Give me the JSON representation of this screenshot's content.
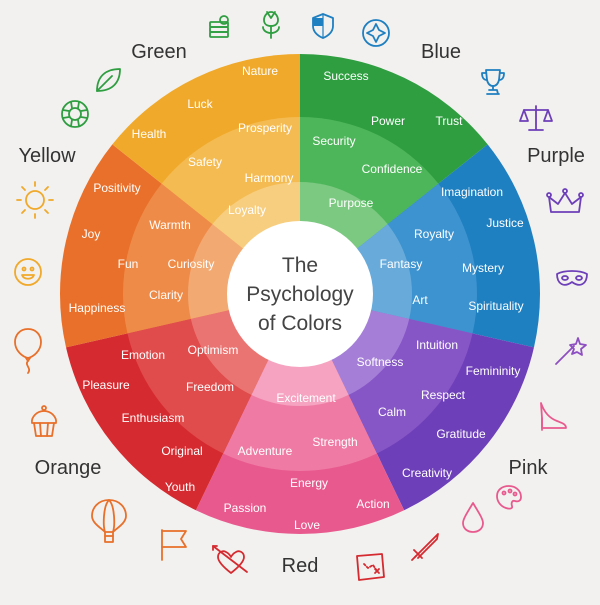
{
  "center_title": [
    "The",
    "Psychology",
    "of Colors"
  ],
  "segments": [
    {
      "name": "Green",
      "color_base": "#2f9e41",
      "color_mid": "#4eb65a",
      "color_inner": "#7cc981",
      "words": [
        "Nature",
        "Luck",
        "Prosperity",
        "Health",
        "Safety",
        "Harmony",
        "Loyalty"
      ],
      "icons": [
        "money-stack-icon",
        "flower-icon",
        "leaf-icon",
        "life-ring-icon"
      ]
    },
    {
      "name": "Blue",
      "color_base": "#1e7fc1",
      "color_mid": "#3d93cf",
      "color_inner": "#68abdb",
      "words": [
        "Success",
        "Power",
        "Trust",
        "Security",
        "Confidence",
        "Purpose"
      ],
      "icons": [
        "shield-icon",
        "compass-icon",
        "trophy-icon"
      ]
    },
    {
      "name": "Purple",
      "color_base": "#6d3fb8",
      "color_mid": "#8656c7",
      "color_inner": "#a57fd7",
      "words": [
        "Imagination",
        "Justice",
        "Royalty",
        "Fantasy",
        "Mystery",
        "Art",
        "Spirituality"
      ],
      "icons": [
        "scales-icon",
        "crown-icon",
        "mask-icon"
      ]
    },
    {
      "name": "Pink",
      "color_base": "#e85a8e",
      "color_mid": "#ef7ba4",
      "color_inner": "#f5a3c0",
      "words": [
        "Intuition",
        "Softness",
        "Femininity",
        "Respect",
        "Calm",
        "Gratitude",
        "Creativity"
      ],
      "icons": [
        "magic-wand-icon",
        "high-heel-icon",
        "drop-icon",
        "palette-icon"
      ]
    },
    {
      "name": "Red",
      "color_base": "#d52a2f",
      "color_mid": "#e04b4c",
      "color_inner": "#ea7471",
      "words": [
        "Excitement",
        "Strength",
        "Adventure",
        "Energy",
        "Passion",
        "Action",
        "Love"
      ],
      "icons": [
        "sword-icon",
        "treasure-map-icon",
        "heart-arrow-icon"
      ]
    },
    {
      "name": "Orange",
      "color_base": "#e8702a",
      "color_mid": "#ee8b48",
      "color_inner": "#f3a972",
      "words": [
        "Emotion",
        "Optimism",
        "Pleasure",
        "Freedom",
        "Enthusiasm",
        "Original",
        "Youth"
      ],
      "icons": [
        "flag-icon",
        "hot-air-balloon-icon",
        "cupcake-icon",
        "balloon-icon"
      ]
    },
    {
      "name": "Yellow",
      "color_base": "#f0a92a",
      "color_mid": "#f4bb52",
      "color_inner": "#f7ce80",
      "words": [
        "Positivity",
        "Joy",
        "Warmth",
        "Fun",
        "Curiosity",
        "Clarity",
        "Happiness"
      ],
      "icons": [
        "smiley-icon",
        "sun-icon"
      ]
    }
  ]
}
